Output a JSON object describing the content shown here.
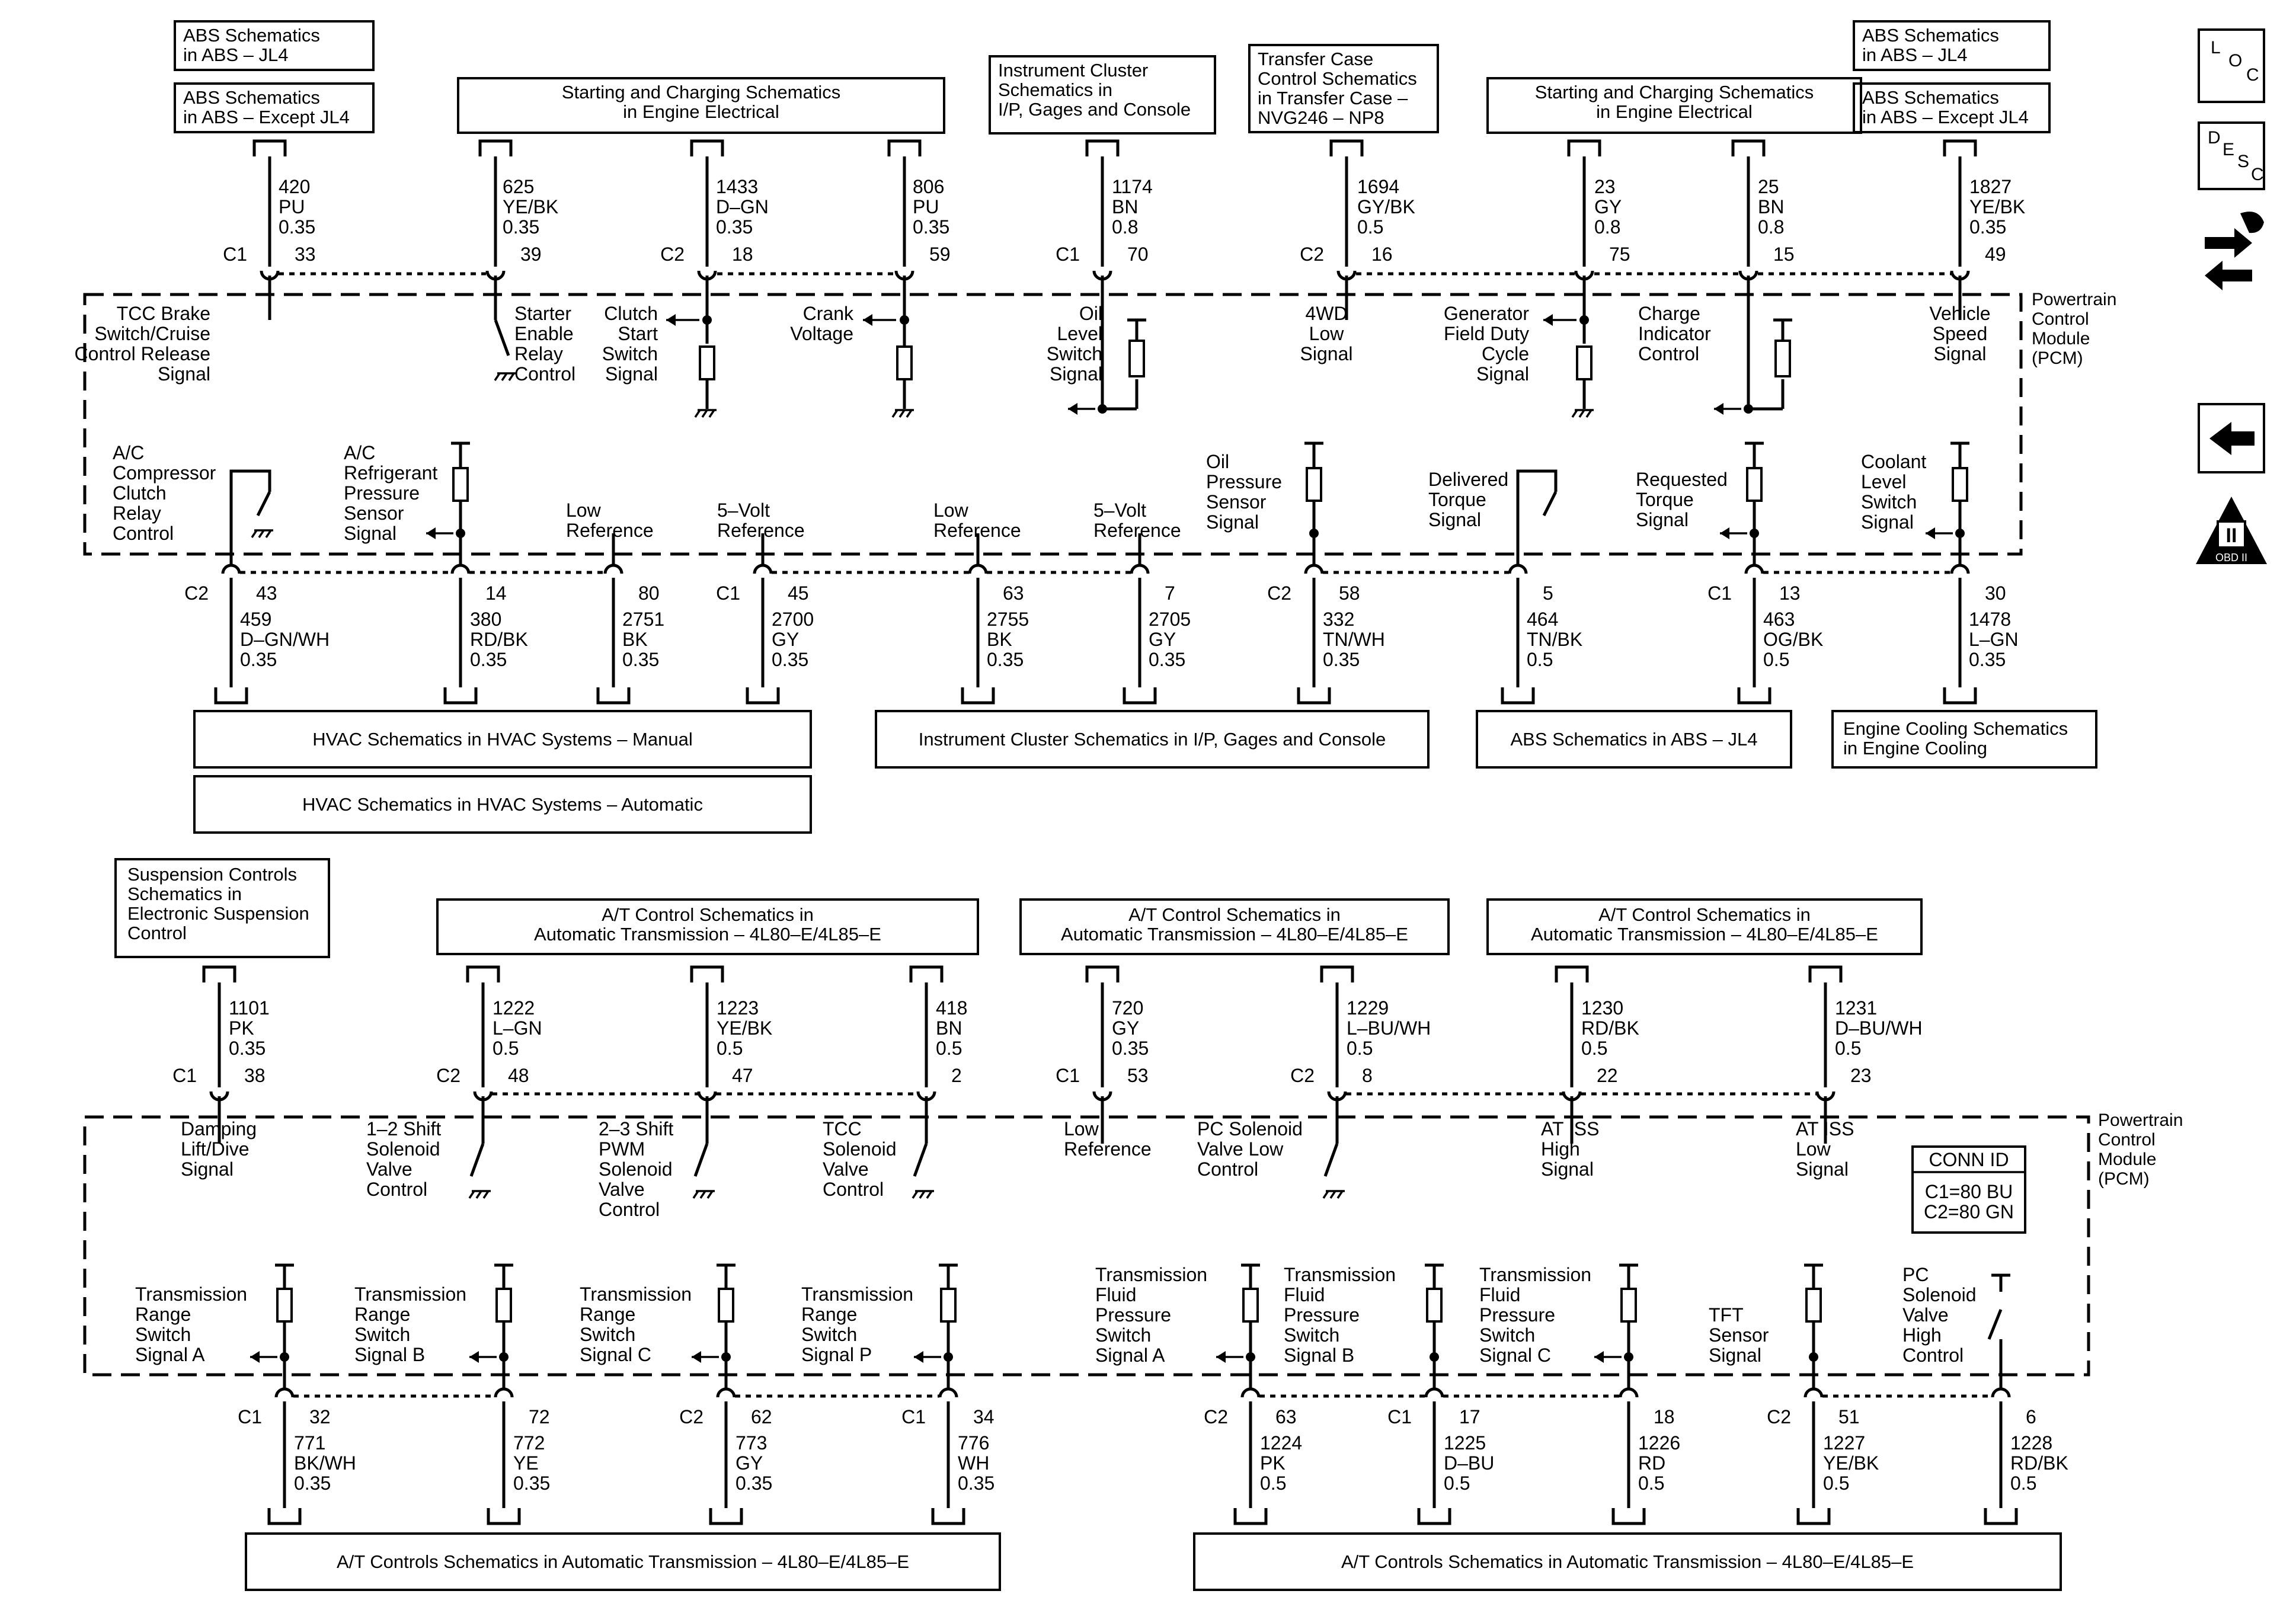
{
  "section1": {
    "module_label": [
      "Powertrain",
      "Control",
      "Module",
      "(PCM)"
    ],
    "refs_top": [
      [
        "ABS Schematics",
        "in ABS – JL4"
      ],
      [
        "ABS Schematics",
        "in ABS – Except JL4"
      ],
      [
        "Starting and Charging Schematics",
        "in Engine Electrical"
      ],
      [
        "Instrument Cluster",
        "Schematics in",
        "I/P, Gages and Console"
      ],
      [
        "Transfer Case",
        "Control Schematics",
        "in Transfer Case –",
        "NVG246 – NP8"
      ],
      [
        "Starting and Charging Schematics",
        "in Engine Electrical"
      ],
      [
        "ABS Schematics",
        "in ABS – JL4"
      ],
      [
        "ABS Schematics",
        "in ABS – Except JL4"
      ]
    ],
    "top_circuits": [
      {
        "conn": "C1",
        "pin": "33",
        "circuit": "420",
        "color": "PU",
        "gauge": "0.35",
        "signal": [
          "TCC Brake",
          "Switch/Cruise",
          "Control Release",
          "Signal"
        ]
      },
      {
        "conn": "",
        "pin": "39",
        "circuit": "625",
        "color": "YE/BK",
        "gauge": "0.35",
        "signal": [
          "Starter",
          "Enable",
          "Relay",
          "Control"
        ]
      },
      {
        "conn": "C2",
        "pin": "18",
        "circuit": "1433",
        "color": "D–GN",
        "gauge": "0.35",
        "signal": [
          "Clutch",
          "Start",
          "Switch",
          "Signal"
        ]
      },
      {
        "conn": "",
        "pin": "59",
        "circuit": "806",
        "color": "PU",
        "gauge": "0.35",
        "signal": [
          "Crank",
          "Voltage"
        ]
      },
      {
        "conn": "C1",
        "pin": "70",
        "circuit": "1174",
        "color": "BN",
        "gauge": "0.8",
        "signal": [
          "Oil",
          "Level",
          "Switch",
          "Signal"
        ]
      },
      {
        "conn": "C2",
        "pin": "16",
        "circuit": "1694",
        "color": "GY/BK",
        "gauge": "0.5",
        "signal": [
          "4WD",
          "Low",
          "Signal"
        ]
      },
      {
        "conn": "",
        "pin": "75",
        "circuit": "23",
        "color": "GY",
        "gauge": "0.8",
        "signal": [
          "Generator",
          "Field Duty",
          "Cycle",
          "Signal"
        ]
      },
      {
        "conn": "",
        "pin": "15",
        "circuit": "25",
        "color": "BN",
        "gauge": "0.8",
        "signal": [
          "Charge",
          "Indicator",
          "Control"
        ]
      },
      {
        "conn": "",
        "pin": "49",
        "circuit": "1827",
        "color": "YE/BK",
        "gauge": "0.35",
        "signal": [
          "Vehicle",
          "Speed",
          "Signal"
        ]
      }
    ],
    "bottom_circuits": [
      {
        "conn": "C2",
        "pin": "43",
        "circuit": "459",
        "color": "D–GN/WH",
        "gauge": "0.35",
        "signal": [
          "A/C",
          "Compressor",
          "Clutch",
          "Relay",
          "Control"
        ]
      },
      {
        "conn": "",
        "pin": "14",
        "circuit": "380",
        "color": "RD/BK",
        "gauge": "0.35",
        "signal": [
          "A/C",
          "Refrigerant",
          "Pressure",
          "Sensor",
          "Signal"
        ]
      },
      {
        "conn": "",
        "pin": "80",
        "circuit": "2751",
        "color": "BK",
        "gauge": "0.35",
        "signal": [
          "Low",
          "Reference"
        ]
      },
      {
        "conn": "C1",
        "pin": "45",
        "circuit": "2700",
        "color": "GY",
        "gauge": "0.35",
        "signal": [
          "5–Volt",
          "Reference"
        ]
      },
      {
        "conn": "",
        "pin": "63",
        "circuit": "2755",
        "color": "BK",
        "gauge": "0.35",
        "signal": [
          "Low",
          "Reference"
        ]
      },
      {
        "conn": "",
        "pin": "7",
        "circuit": "2705",
        "color": "GY",
        "gauge": "0.35",
        "signal": [
          "5–Volt",
          "Reference"
        ]
      },
      {
        "conn": "C2",
        "pin": "58",
        "circuit": "332",
        "color": "TN/WH",
        "gauge": "0.35",
        "signal": [
          "Oil",
          "Pressure",
          "Sensor",
          "Signal"
        ]
      },
      {
        "conn": "",
        "pin": "5",
        "circuit": "464",
        "color": "TN/BK",
        "gauge": "0.5",
        "signal": [
          "Delivered",
          "Torque",
          "Signal"
        ]
      },
      {
        "conn": "C1",
        "pin": "13",
        "circuit": "463",
        "color": "OG/BK",
        "gauge": "0.5",
        "signal": [
          "Requested",
          "Torque",
          "Signal"
        ]
      },
      {
        "conn": "",
        "pin": "30",
        "circuit": "1478",
        "color": "L–GN",
        "gauge": "0.35",
        "signal": [
          "Coolant",
          "Level",
          "Switch",
          "Signal"
        ]
      }
    ],
    "refs_bottom": [
      [
        "HVAC Schematics in HVAC Systems – Manual"
      ],
      [
        "HVAC Schematics in HVAC Systems – Automatic"
      ],
      [
        "Instrument Cluster Schematics in I/P, Gages and Console"
      ],
      [
        "ABS  Schematics  in ABS – JL4"
      ],
      [
        "Engine Cooling Schematics",
        "in Engine Cooling"
      ]
    ]
  },
  "section2": {
    "module_label": [
      "Powertrain",
      "Control",
      "Module",
      "(PCM)"
    ],
    "refs_top": [
      [
        "Suspension Controls",
        "Schematics in",
        "Electronic Suspension",
        "Control"
      ],
      [
        "A/T Control Schematics in",
        "Automatic Transmission – 4L80–E/4L85–E"
      ],
      [
        "A/T Control Schematics in",
        "Automatic Transmission – 4L80–E/4L85–E"
      ],
      [
        "A/T Control Schematics in",
        "Automatic Transmission – 4L80–E/4L85–E"
      ]
    ],
    "top_circuits": [
      {
        "conn": "C1",
        "pin": "38",
        "circuit": "1101",
        "color": "PK",
        "gauge": "0.35",
        "signal": [
          "Damping",
          "Lift/Dive",
          "Signal"
        ]
      },
      {
        "conn": "C2",
        "pin": "48",
        "circuit": "1222",
        "color": "L–GN",
        "gauge": "0.5",
        "signal": [
          "1–2 Shift",
          "Solenoid",
          "Valve",
          "Control"
        ]
      },
      {
        "conn": "",
        "pin": "47",
        "circuit": "1223",
        "color": "YE/BK",
        "gauge": "0.5",
        "signal": [
          "2–3 Shift",
          "PWM",
          "Solenoid",
          "Valve",
          "Control"
        ]
      },
      {
        "conn": "",
        "pin": "2",
        "circuit": "418",
        "color": "BN",
        "gauge": "0.5",
        "signal": [
          "TCC",
          "Solenoid",
          "Valve",
          "Control"
        ]
      },
      {
        "conn": "C1",
        "pin": "53",
        "circuit": "720",
        "color": "GY",
        "gauge": "0.35",
        "signal": [
          "Low",
          "Reference"
        ]
      },
      {
        "conn": "C2",
        "pin": "8",
        "circuit": "1229",
        "color": "L–BU/WH",
        "gauge": "0.5",
        "signal": [
          "PC Solenoid",
          "Valve Low",
          "Control"
        ]
      },
      {
        "conn": "",
        "pin": "22",
        "circuit": "1230",
        "color": "RD/BK",
        "gauge": "0.5",
        "signal": [
          "AT ISS",
          "High",
          "Signal"
        ]
      },
      {
        "conn": "",
        "pin": "23",
        "circuit": "1231",
        "color": "D–BU/WH",
        "gauge": "0.5",
        "signal": [
          "AT ISS",
          "Low",
          "Signal"
        ]
      }
    ],
    "bottom_circuits": [
      {
        "conn": "C1",
        "pin": "32",
        "circuit": "771",
        "color": "BK/WH",
        "gauge": "0.35",
        "signal": [
          "Transmission",
          "Range",
          "Switch",
          "Signal A"
        ]
      },
      {
        "conn": "",
        "pin": "72",
        "circuit": "772",
        "color": "YE",
        "gauge": "0.35",
        "signal": [
          "Transmission",
          "Range",
          "Switch",
          "Signal B"
        ]
      },
      {
        "conn": "C2",
        "pin": "62",
        "circuit": "773",
        "color": "GY",
        "gauge": "0.35",
        "signal": [
          "Transmission",
          "Range",
          "Switch",
          "Signal C"
        ]
      },
      {
        "conn": "C1",
        "pin": "34",
        "circuit": "776",
        "color": "WH",
        "gauge": "0.35",
        "signal": [
          "Transmission",
          "Range",
          "Switch",
          "Signal P"
        ]
      },
      {
        "conn": "C2",
        "pin": "63",
        "circuit": "1224",
        "color": "PK",
        "gauge": "0.5",
        "signal": [
          "Transmission",
          "Fluid",
          "Pressure",
          "Switch",
          "Signal A"
        ]
      },
      {
        "conn": "C1",
        "pin": "17",
        "circuit": "1225",
        "color": "D–BU",
        "gauge": "0.5",
        "signal": [
          "Transmission",
          "Fluid",
          "Pressure",
          "Switch",
          "Signal B"
        ]
      },
      {
        "conn": "",
        "pin": "18",
        "circuit": "1226",
        "color": "RD",
        "gauge": "0.5",
        "signal": [
          "Transmission",
          "Fluid",
          "Pressure",
          "Switch",
          "Signal C"
        ]
      },
      {
        "conn": "C2",
        "pin": "51",
        "circuit": "1227",
        "color": "YE/BK",
        "gauge": "0.5",
        "signal": [
          "TFT",
          "Sensor",
          "Signal"
        ]
      },
      {
        "conn": "",
        "pin": "6",
        "circuit": "1228",
        "color": "RD/BK",
        "gauge": "0.5",
        "signal": [
          "PC",
          "Solenoid",
          "Valve",
          "High",
          "Control"
        ]
      }
    ],
    "conn_id": {
      "title": "CONN ID",
      "lines": [
        "C1=80 BU",
        "C2=80 GN"
      ]
    },
    "refs_bottom": [
      [
        "A/T Controls Schematics in Automatic Transmission – 4L80–E/4L85–E"
      ],
      [
        "A/T Controls Schematics in Automatic Transmission – 4L80–E/4L85–E"
      ]
    ]
  },
  "side_icons": {
    "loc": [
      "L",
      "O",
      "C"
    ],
    "desc": [
      "D",
      "E",
      "S",
      "C"
    ],
    "obd": {
      "numeral": "II",
      "caption": "OBD II"
    },
    "icon_names": [
      "loc-icon",
      "desc-icon",
      "connector-swap-icon",
      "back-arrow-icon",
      "obd-ii-icon"
    ]
  }
}
